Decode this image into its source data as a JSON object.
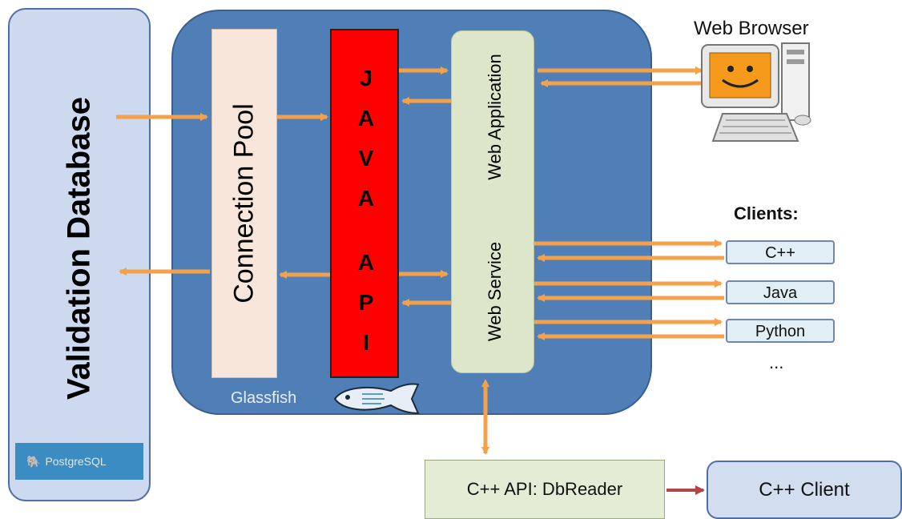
{
  "validation_database": {
    "label": "Validation Database",
    "logo_text": "PostgreSQL"
  },
  "glassfish": {
    "label": "Glassfish"
  },
  "connection_pool": {
    "label": "Connection Pool"
  },
  "java_api": {
    "letters": [
      "J",
      "A",
      "V",
      "A",
      "A",
      "P",
      "I"
    ]
  },
  "web_tier": {
    "web_application": "Web Application",
    "web_service": "Web Service"
  },
  "web_browser": {
    "label": "Web Browser"
  },
  "clients": {
    "title": "Clients:",
    "items": [
      "C++",
      "Java",
      "Python"
    ],
    "more": "..."
  },
  "dbreader": {
    "label": "C++ API: DbReader"
  },
  "cpp_client": {
    "label": "C++ Client"
  },
  "colors": {
    "arrow": "#f5a04a",
    "dark_arrow": "#b4434a",
    "glassfish_bg": "#4f7fb6",
    "api_red": "#ff0000"
  }
}
